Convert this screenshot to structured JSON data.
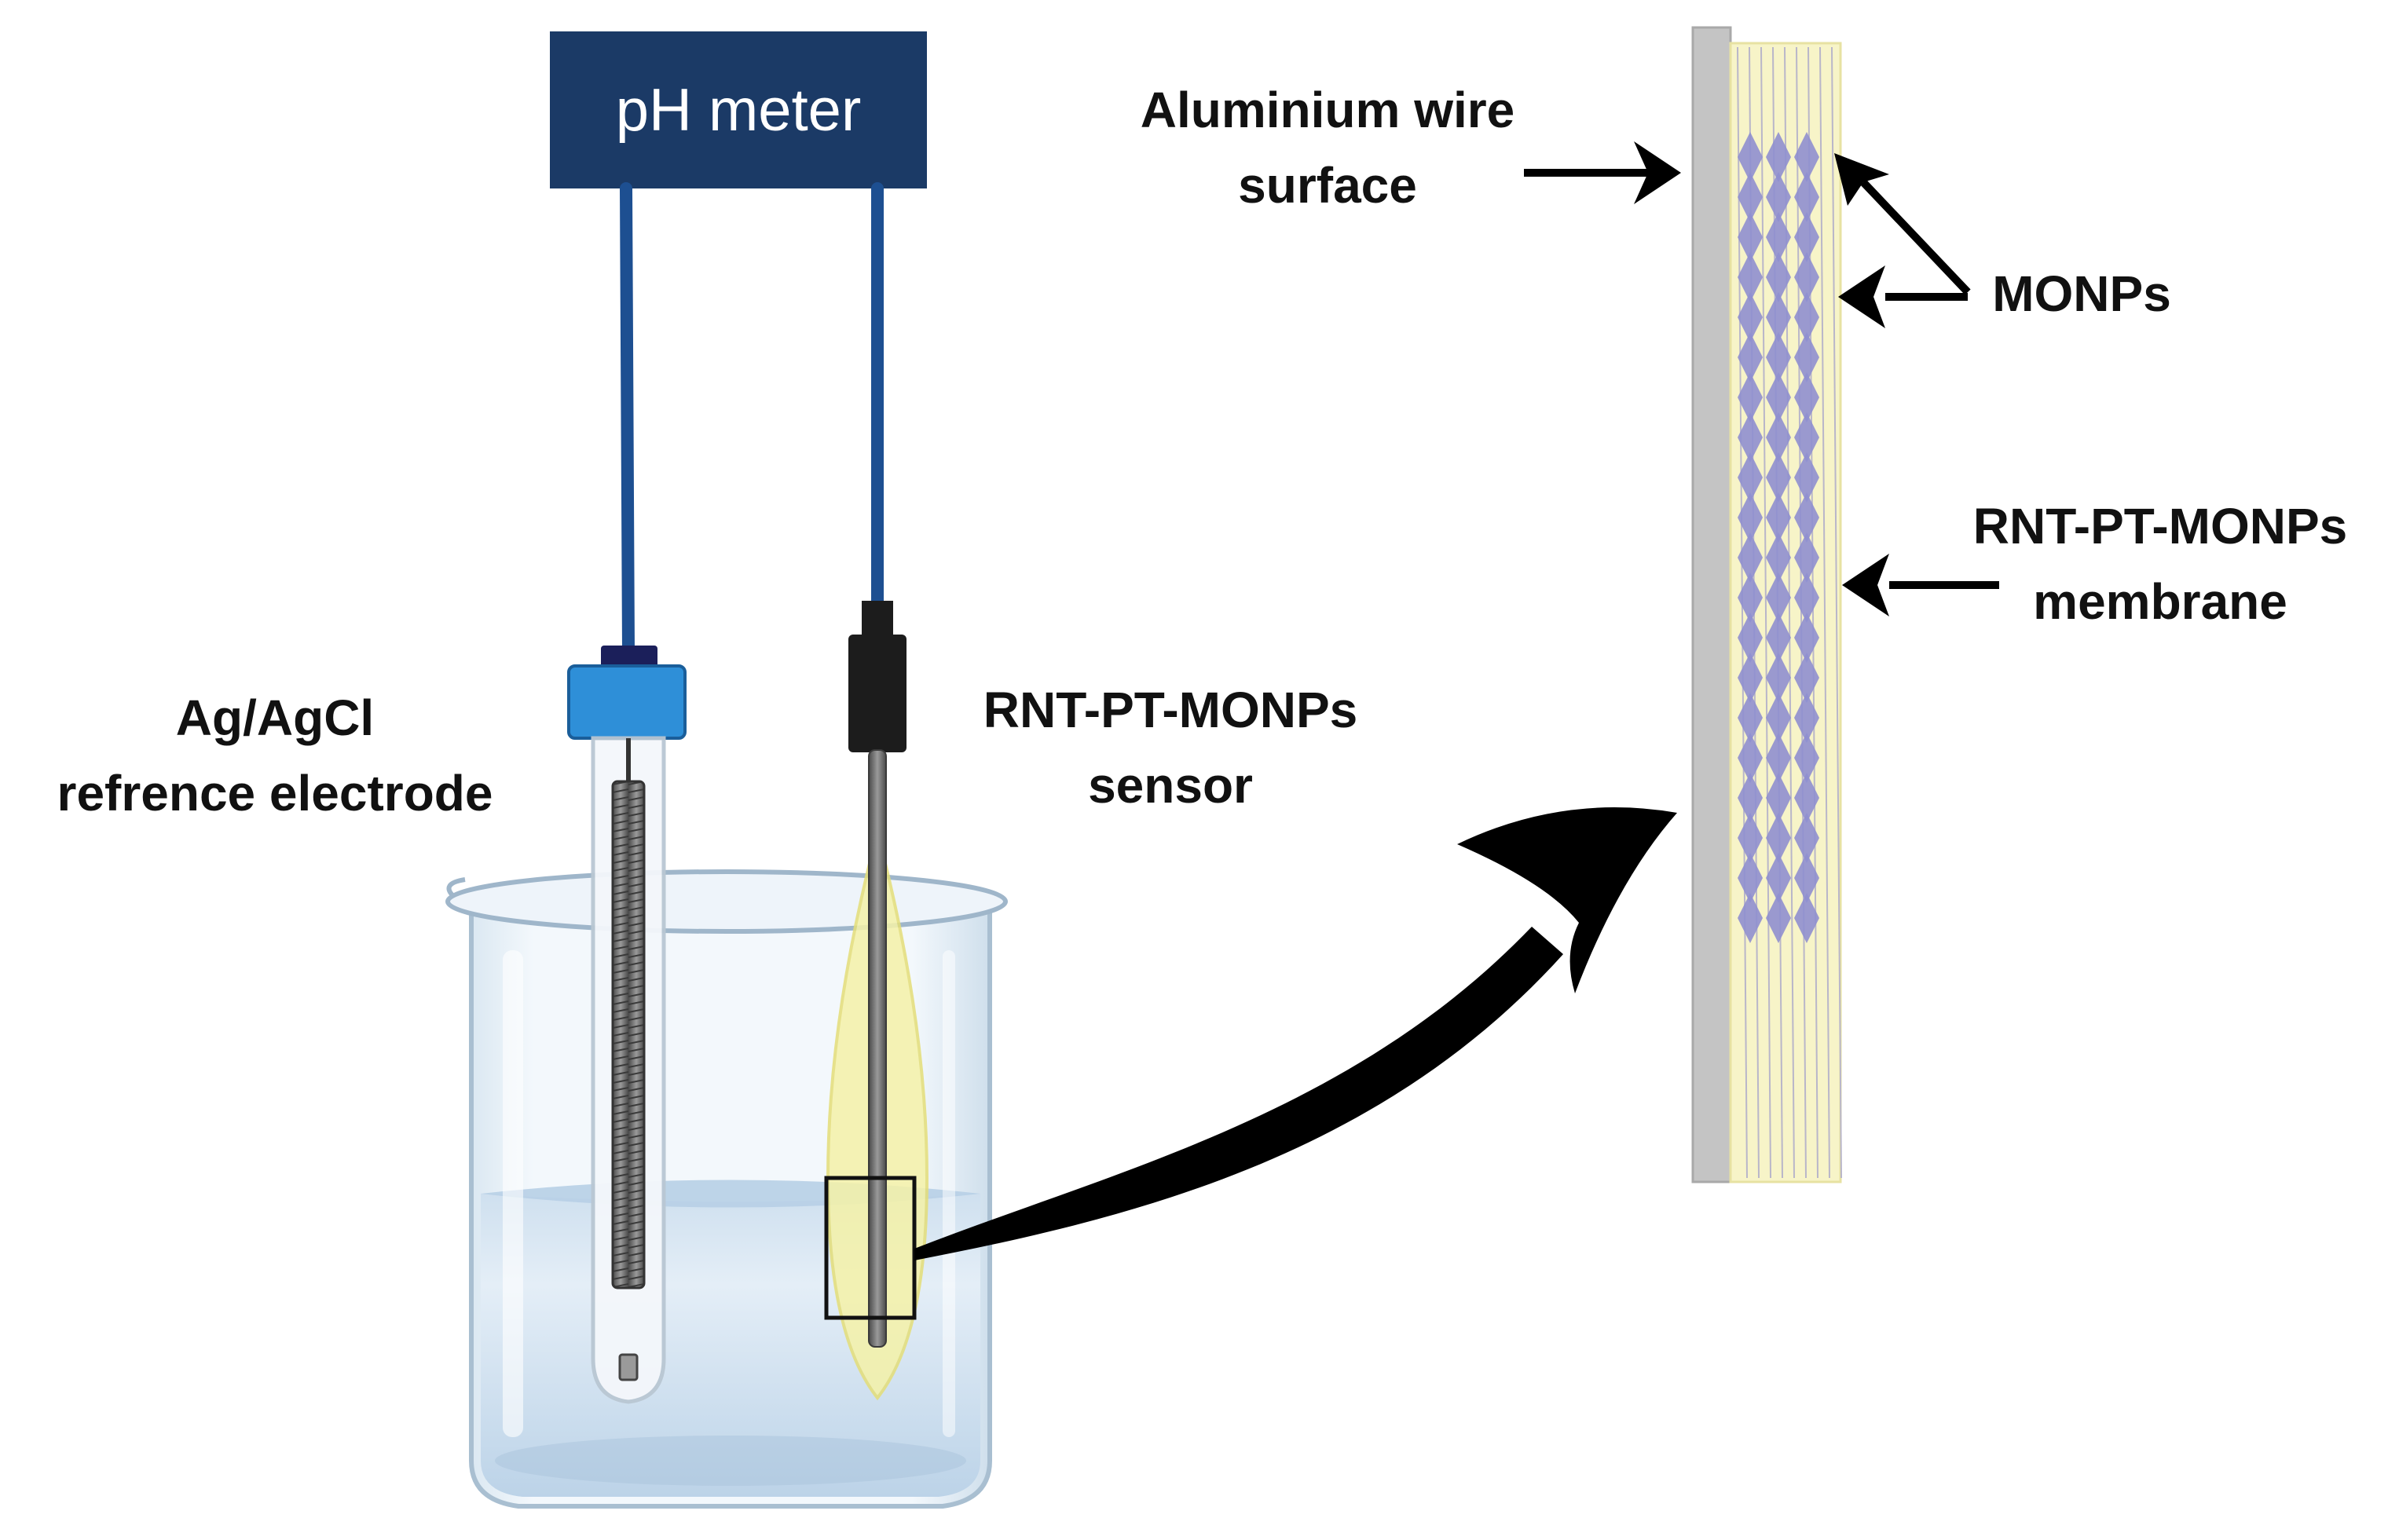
{
  "meter": {
    "label": "pH meter"
  },
  "labels": {
    "reference_line1": "Ag/AgCl",
    "reference_line2": "refrence electrode",
    "sensor_line1": "RNT-PT-MONPs",
    "sensor_line2": "sensor",
    "wire_line1": "Aluminium wire",
    "wire_line2": "surface",
    "monps": "MONPs",
    "membrane_line1": "RNT-PT-MONPs",
    "membrane_line2": "membrane"
  },
  "colors": {
    "meter_box": "#1b3a66",
    "cable": "#1d4f91",
    "reference_cap": "#2e8fd8",
    "reference_cap_top": "#1b1f5a",
    "sensor_cap": "#1c1c1c",
    "membrane_fill": "#f7f4c8",
    "particles": "#8f8fcf",
    "wire": "#c4c4c4",
    "solution": "#d3e3f1",
    "arrow": "#000000"
  }
}
